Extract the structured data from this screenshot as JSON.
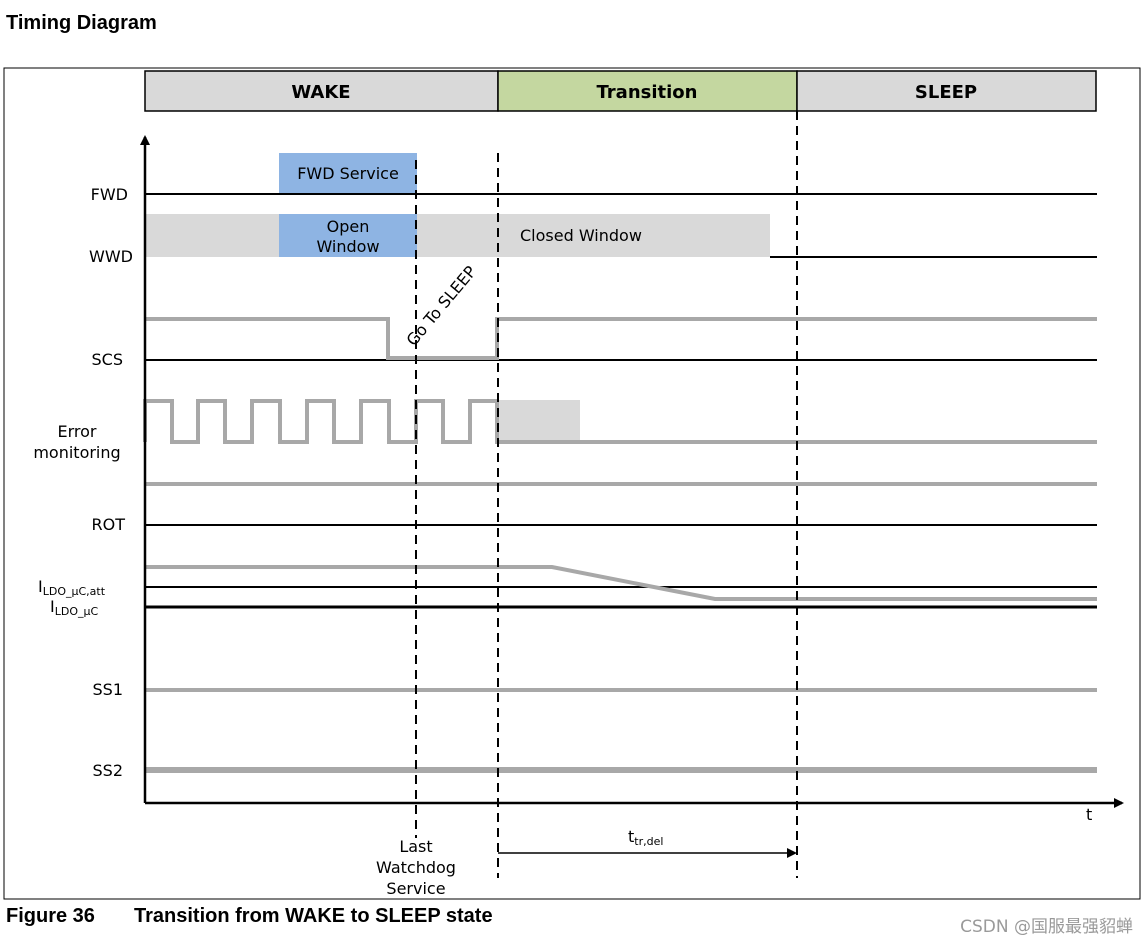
{
  "heading": "Timing Diagram",
  "caption": {
    "number": "Figure 36",
    "title": "Transition from WAKE to SLEEP state"
  },
  "watermark": "CSDN @国服最强貂蝉",
  "phases": {
    "wake": "WAKE",
    "transition": "Transition",
    "sleep": "SLEEP"
  },
  "signals": {
    "fwd": "FWD",
    "wwd": "WWD",
    "scs": "SCS",
    "error_line1": "Error",
    "error_line2": "monitoring",
    "rot": "ROT",
    "ildo_att_main": "I",
    "ildo_att_sub": "LDO_µC,att",
    "ildo_main": "I",
    "ildo_sub": "LDO_µC",
    "ss1": "SS1",
    "ss2": "SS2"
  },
  "boxes": {
    "fwd_service": "FWD Service",
    "open_window_line1": "Open",
    "open_window_line2": "Window",
    "closed_window": "Closed Window"
  },
  "annotations": {
    "go_to_sleep": "Go To SLEEP",
    "last_wd_line1": "Last",
    "last_wd_line2": "Watchdog",
    "last_wd_line3": "Service",
    "t_tr_main": "t",
    "t_tr_sub": "tr,del",
    "time_axis": "t"
  },
  "colors": {
    "phase_gray": "#d9d9d9",
    "phase_green": "#c4d7a0",
    "service_blue": "#8eb4e3",
    "window_gray": "#d9d9d9",
    "signal_gray": "#a8a8a8"
  }
}
